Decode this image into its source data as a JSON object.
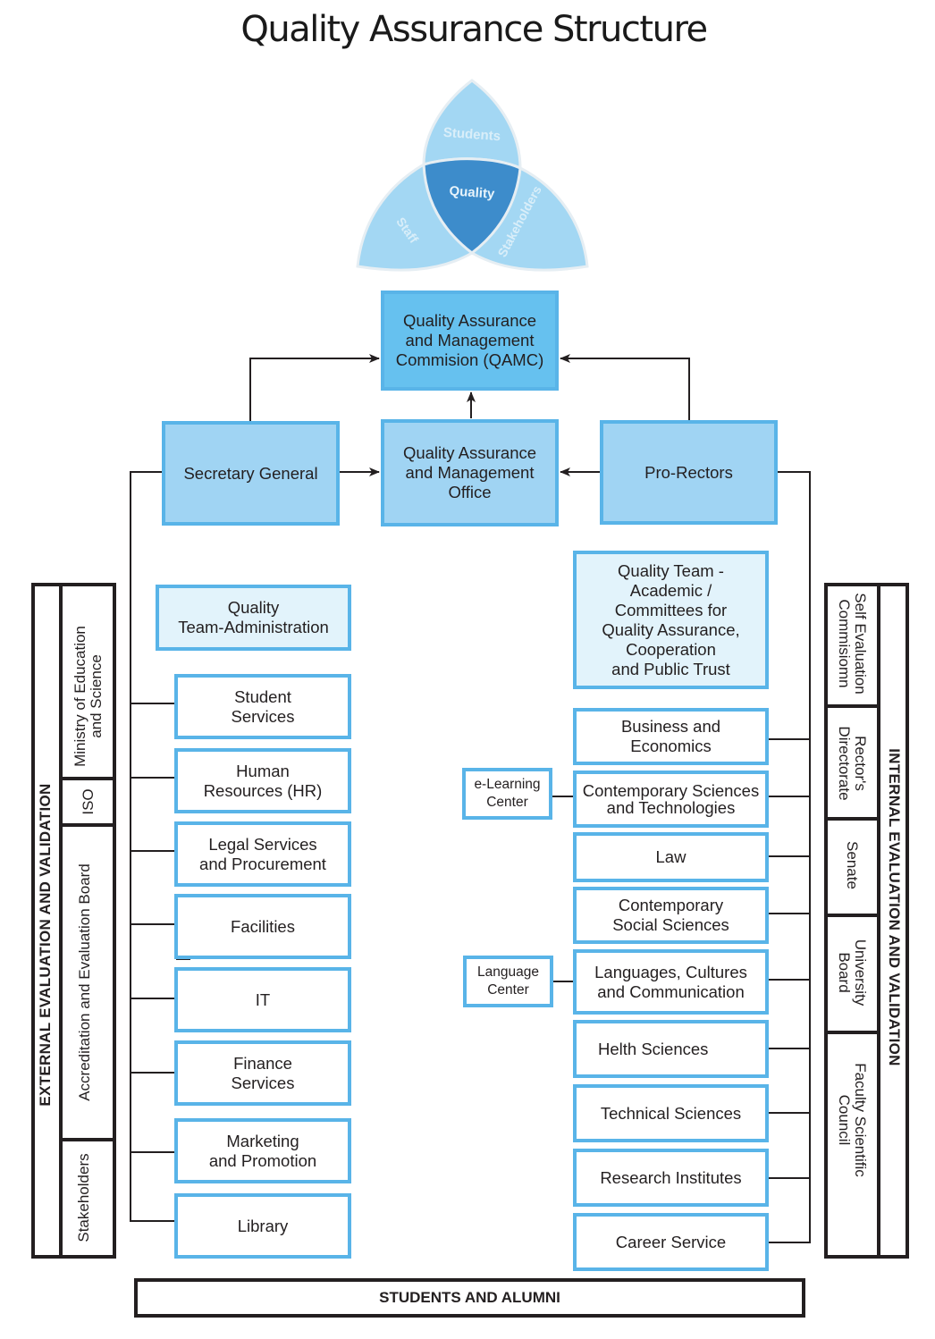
{
  "title": "Quality Assurance Structure",
  "venn": {
    "top": "Students",
    "left": "Staff",
    "right": "Stakeholders",
    "center": "Quality",
    "colors": {
      "petal": "#a3d7f3",
      "center": "#3d8ccb",
      "outline": "#e6eef3"
    }
  },
  "management": {
    "qamc": "Quality Assurance\nand Management\nCommision (QAMC)",
    "office": "Quality Assurance\nand Management\nOffice",
    "secretary_general": "Secretary General",
    "pro_rectors": "Pro-Rectors"
  },
  "admin": {
    "team": "Quality\nTeam-Administration",
    "units": [
      "Student\nServices",
      "Human\nResources (HR)",
      "Legal Services\nand Procurement",
      "Facilities",
      "IT",
      "Finance\nServices",
      "Marketing\nand Promotion",
      "Library"
    ]
  },
  "academic": {
    "team": "Quality Team -\nAcademic /\nCommittees for\nQuality Assurance,\nCooperation\nand Public Trust",
    "units": [
      "Business and\nEconomics",
      "Contemporary Sciences\nand Technologies",
      "Law",
      "Contemporary\nSocial Sciences",
      "Languages, Cultures\nand Communication",
      "Helth Sciences",
      "Technical Sciences",
      "Research Institutes",
      "Career Service"
    ],
    "centers": [
      {
        "label": "e-Learning\nCenter",
        "attached_to": "Contemporary Sciences and Technologies"
      },
      {
        "label": "Language\nCenter",
        "attached_to": "Languages, Cultures and Communication"
      }
    ]
  },
  "external": {
    "title": "EXTERNAL  EVALUATION AND VALIDATION",
    "bodies": [
      "Ministry of Education\nand Science",
      "ISO",
      "Accreditation and Evaluation Board",
      "Stakeholders"
    ]
  },
  "internal": {
    "title": "INTERNAL  EVALUATION AND VALIDATION",
    "bodies": [
      "Self Evaluation\nCommisiomn",
      "Rector's\nDirectorate",
      "Senate",
      "University\nBoard",
      "Faculty Scientific\nCouncil"
    ]
  },
  "footer": "STUDENTS AND ALUMNI",
  "colors": {
    "box_border": "#59b4e8",
    "top_fill": "#a0d4f3",
    "qamc_fill": "#66c1ef",
    "team_fill": "#e2f3fb",
    "line": "#231f20"
  }
}
